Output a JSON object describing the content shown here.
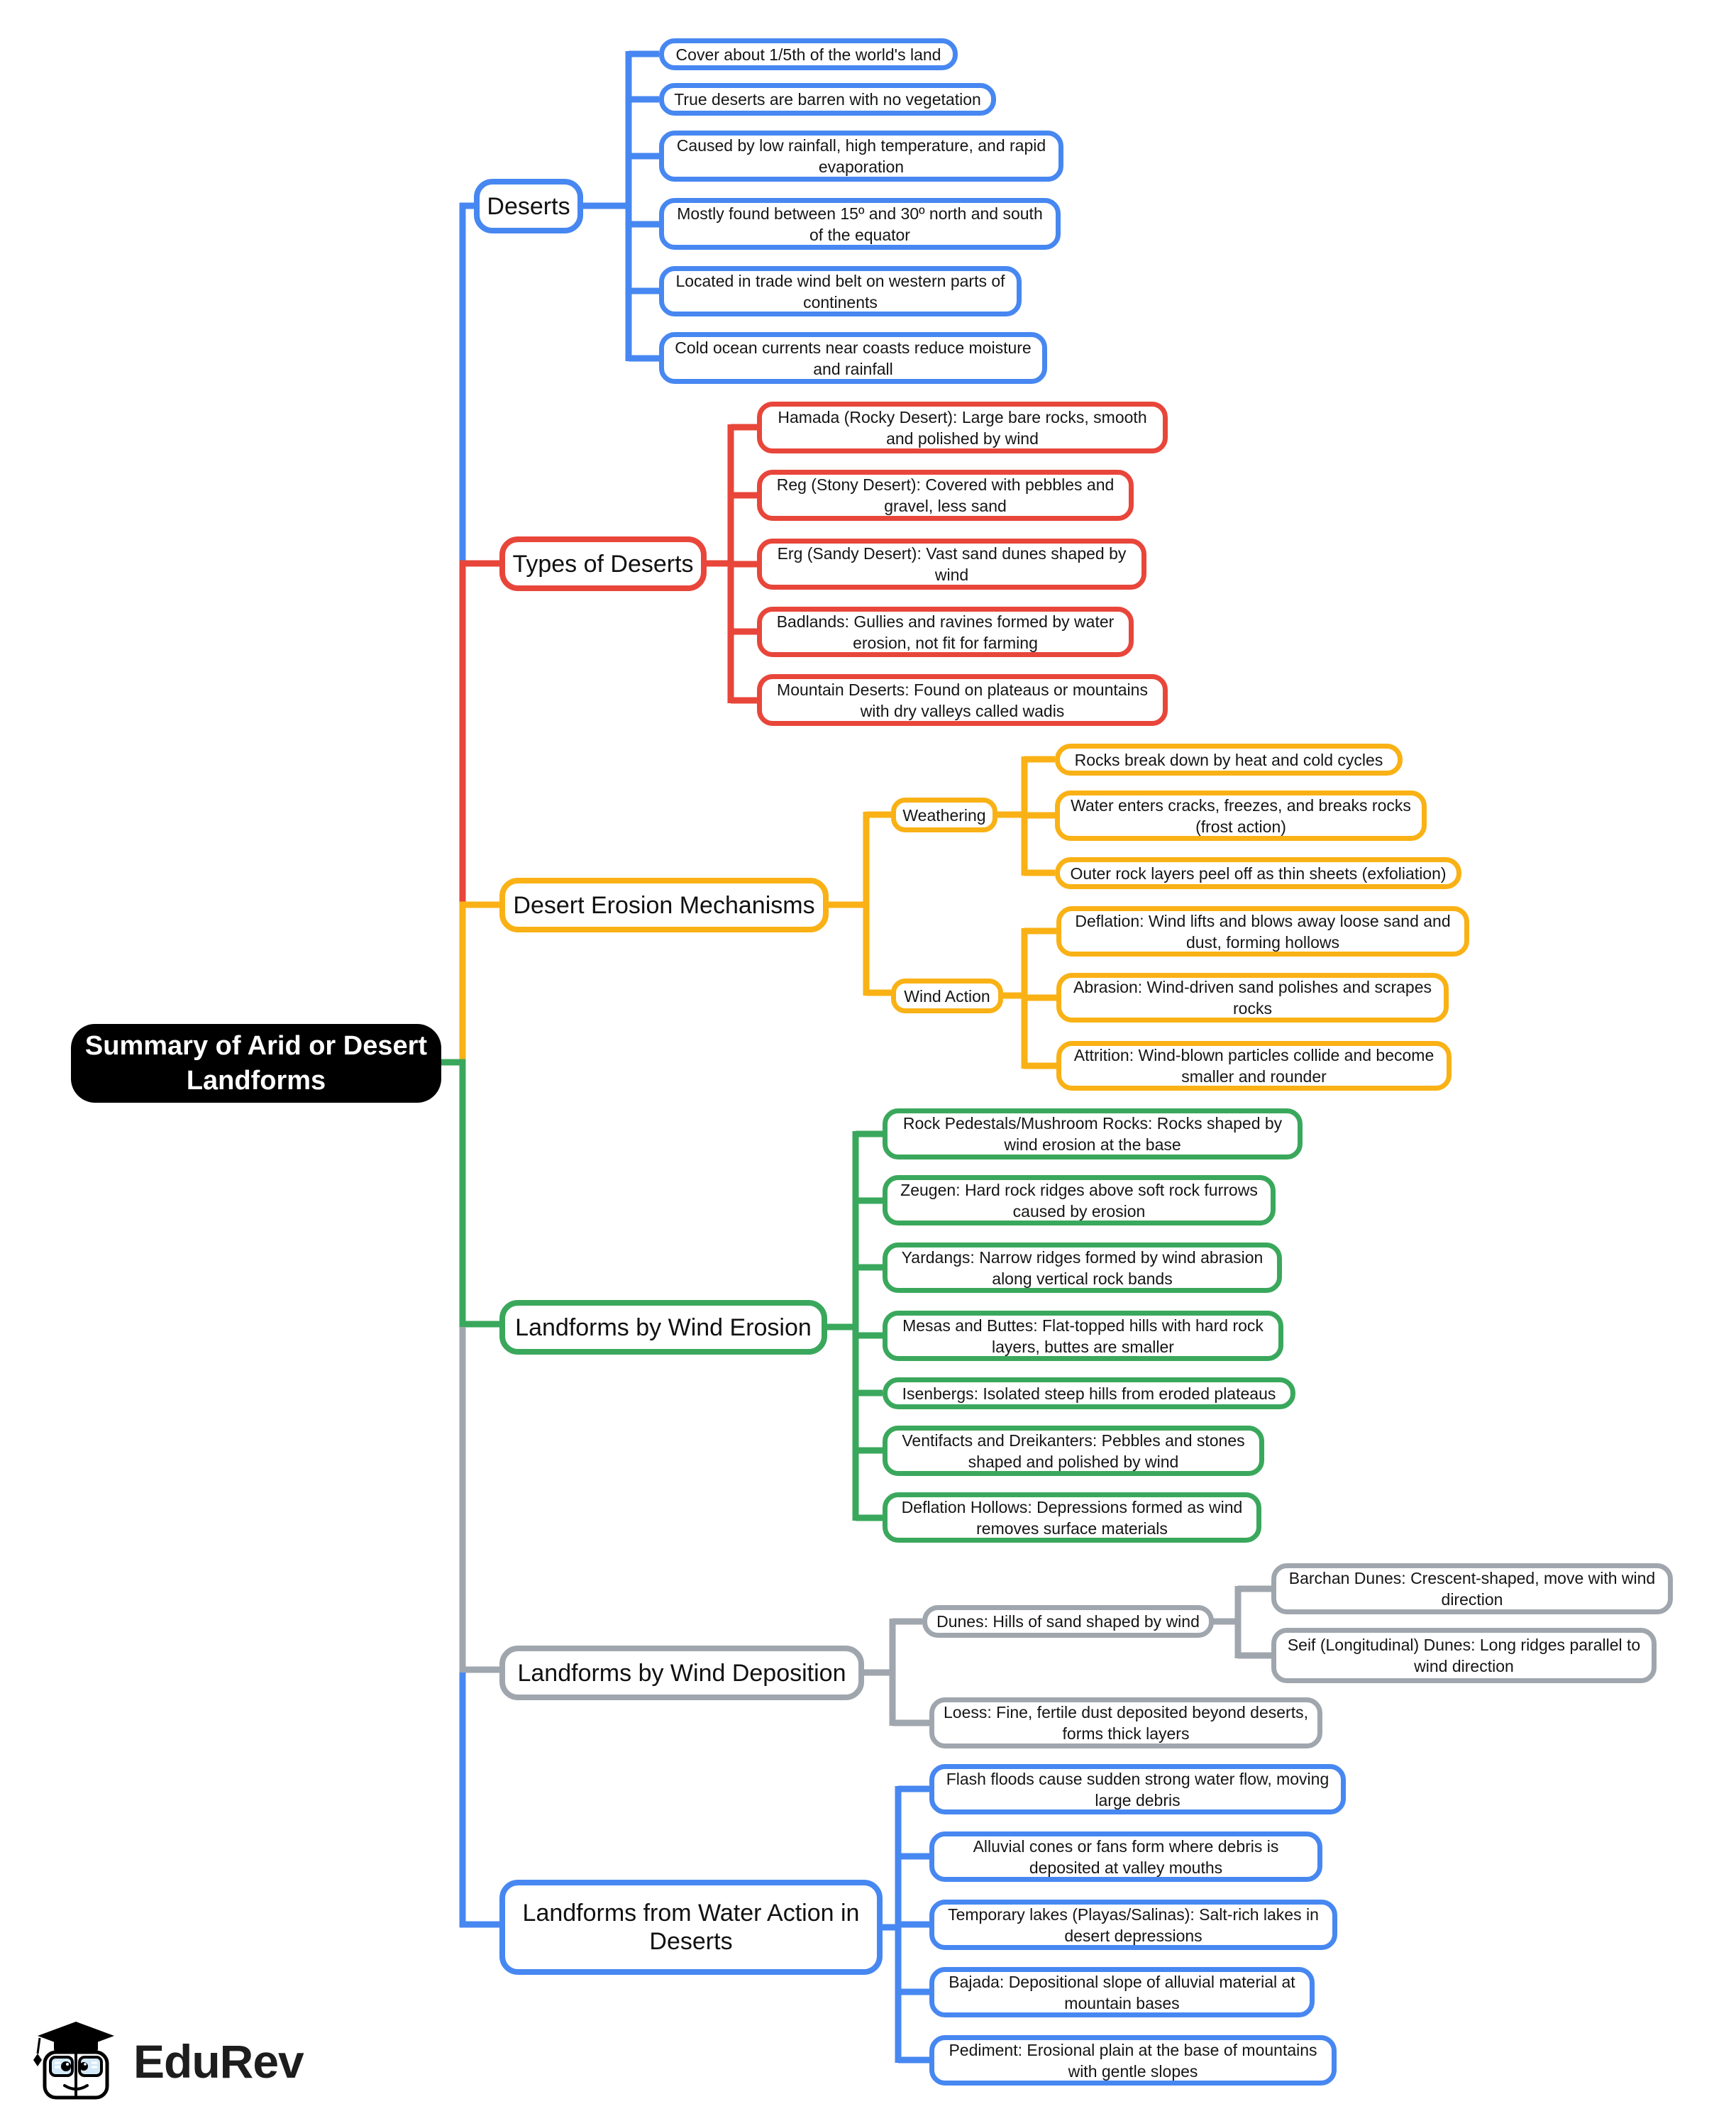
{
  "root": {
    "label": "Summary of Arid or Desert Landforms"
  },
  "colors": {
    "blue": "#4787F1",
    "red": "#E8463A",
    "yellow": "#F9B115",
    "green": "#3AA85C",
    "gray": "#A0A6AD",
    "root": "#000000"
  },
  "branches": {
    "deserts": {
      "label": "Deserts",
      "items": [
        "Cover about 1/5th of the world's land",
        "True deserts are barren with no vegetation",
        "Caused by low rainfall, high temperature, and rapid evaporation",
        "Mostly found between 15º and 30º north and south of the equator",
        "Located in trade wind belt on western parts of continents",
        "Cold ocean currents near coasts reduce moisture and rainfall"
      ]
    },
    "types": {
      "label": "Types of Deserts",
      "items": [
        "Hamada (Rocky Desert): Large bare rocks, smooth and polished by wind",
        "Reg (Stony Desert): Covered with pebbles and gravel, less sand",
        "Erg (Sandy Desert): Vast sand dunes shaped by wind",
        "Badlands: Gullies and ravines formed by water erosion, not fit for farming",
        "Mountain Deserts: Found on plateaus or mountains with dry valleys called wadis"
      ]
    },
    "erosion": {
      "label": "Desert Erosion Mechanisms",
      "weathering": {
        "label": "Weathering",
        "items": [
          "Rocks break down by heat and cold cycles",
          "Water enters cracks, freezes, and breaks rocks (frost action)",
          "Outer rock layers peel off as thin sheets (exfoliation)"
        ]
      },
      "wind_action": {
        "label": "Wind Action",
        "items": [
          "Deflation: Wind lifts and blows away loose sand and dust, forming hollows",
          "Abrasion: Wind-driven sand polishes and scrapes rocks",
          "Attrition: Wind-blown particles collide and become smaller and rounder"
        ]
      }
    },
    "wind_erosion": {
      "label": "Landforms by Wind Erosion",
      "items": [
        "Rock Pedestals/Mushroom Rocks: Rocks shaped by wind erosion at the base",
        "Zeugen: Hard rock ridges above soft rock furrows caused by erosion",
        "Yardangs: Narrow ridges formed by wind abrasion along vertical rock bands",
        "Mesas and Buttes: Flat-topped hills with hard rock layers, buttes are smaller",
        "Isenbergs: Isolated steep hills from eroded plateaus",
        "Ventifacts and Dreikanters: Pebbles and stones shaped and polished by wind",
        "Deflation Hollows: Depressions formed as wind removes surface materials"
      ]
    },
    "wind_deposition": {
      "label": "Landforms by Wind Deposition",
      "dunes": "Dunes: Hills of sand shaped by wind",
      "dune_types": [
        "Barchan Dunes: Crescent-shaped, move with wind direction",
        "Seif (Longitudinal) Dunes: Long ridges parallel to wind direction"
      ],
      "loess": "Loess: Fine, fertile dust deposited beyond deserts, forms thick layers"
    },
    "water_action": {
      "label": "Landforms from Water Action in Deserts",
      "items": [
        "Flash floods cause sudden strong water flow, moving large debris",
        "Alluvial cones or fans form where debris is deposited at valley mouths",
        "Temporary lakes (Playas/Salinas): Salt-rich lakes in desert depressions",
        "Bajada: Depositional slope of alluvial material at mountain bases",
        "Pediment: Erosional plain at the base of mountains with gentle slopes"
      ]
    }
  },
  "logo": {
    "brand": "EduRev"
  }
}
